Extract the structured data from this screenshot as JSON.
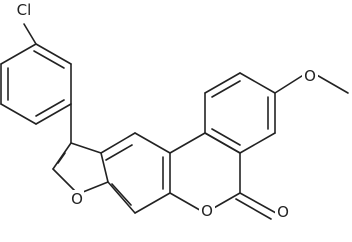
{
  "molecule": {
    "atoms": [
      {
        "id": "Cl",
        "label": "Cl"
      },
      {
        "id": "O_furan",
        "label": "O"
      },
      {
        "id": "O_lactone",
        "label": "O"
      },
      {
        "id": "O_carbonyl",
        "label": "O"
      },
      {
        "id": "O_methoxy",
        "label": "O"
      }
    ]
  }
}
